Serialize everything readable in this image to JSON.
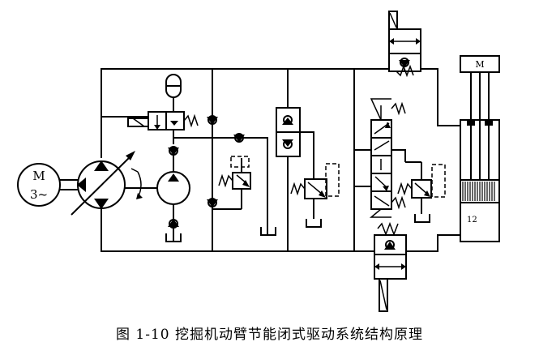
{
  "figure": {
    "caption": "图 1-10  挖掘机动臂节能闭式驱动系统结构原理"
  },
  "labels": {
    "motor_letter": "M",
    "motor_phase": "3~",
    "actuator_motor": "M",
    "cylinder_number": "12"
  }
}
